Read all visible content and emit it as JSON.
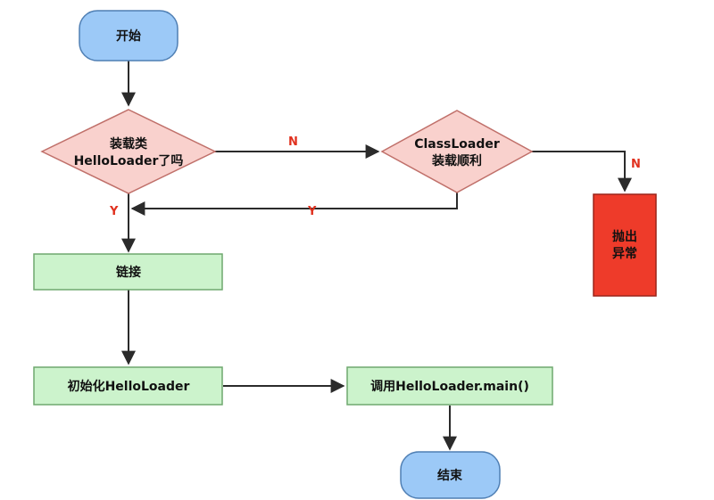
{
  "colors": {
    "terminal_fill": "#9cc9f7",
    "terminal_stroke": "#4f7fb4",
    "decision_fill": "#f9d1cd",
    "decision_stroke": "#c0706a",
    "process_fill": "#ccf3cc",
    "process_stroke": "#6fa86f",
    "error_fill": "#ee3b2a",
    "error_stroke": "#9c241a",
    "edge": "#2b2b2b",
    "edge_label": "#e0301e"
  },
  "nodes": {
    "start": {
      "label": "开始"
    },
    "check_loaded": {
      "line1": "装载类",
      "line2": "HelloLoader了吗"
    },
    "classloader": {
      "line1": "ClassLoader",
      "line2": "装载顺利"
    },
    "throw": {
      "line1": "抛出",
      "line2": "异常"
    },
    "link": {
      "label": "链接"
    },
    "init": {
      "label": "初始化HelloLoader"
    },
    "call_main": {
      "label": "调用HelloLoader.main()"
    },
    "end": {
      "label": "结束"
    }
  },
  "edges": {
    "check_to_classloader": "N",
    "check_to_link": "Y",
    "classloader_to_link": "Y",
    "classloader_to_throw": "N"
  }
}
